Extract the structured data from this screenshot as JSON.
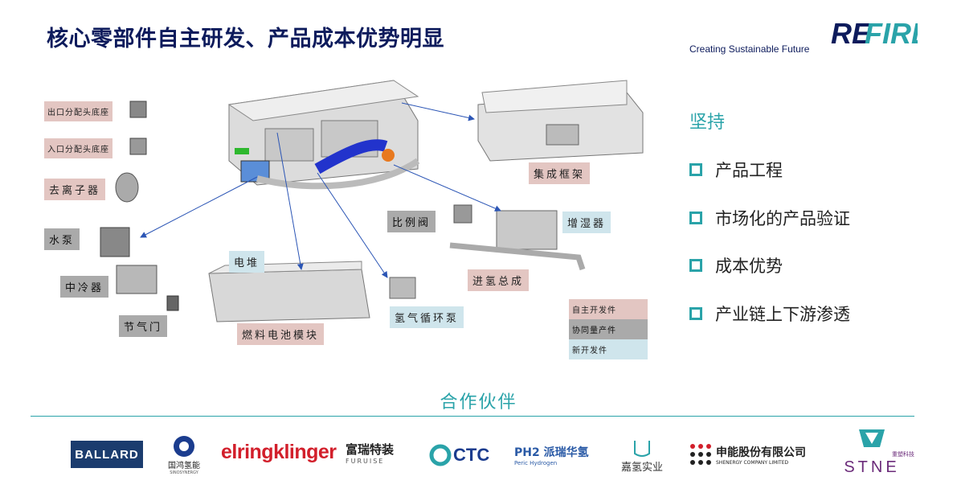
{
  "title": "核心零部件自主研发、产品成本优势明显",
  "tagline": "Creating Sustainable Future",
  "logo_text": "RE-FIRE",
  "components": {
    "outlet_dist": "出口分配头底座",
    "inlet_dist": "入口分配头底座",
    "deionizer": "去离子器",
    "water_pump": "水泵",
    "intercooler": "中冷器",
    "throttle": "节气门",
    "stack": "电堆",
    "fuel_cell_module": "燃料电池模块",
    "h2_recirc_pump": "氢气循环泵",
    "ratio_valve": "比例阀",
    "humidifier": "增湿器",
    "h2_inlet_assembly": "进氢总成",
    "frame": "集成框架"
  },
  "legend": {
    "self_developed": "自主开发件",
    "co_mass_produced": "协同量产件",
    "new_developed": "新开发件"
  },
  "colors": {
    "pink": "#e3c6c2",
    "blue": "#cfe5ec",
    "grey": "#aaaaaa",
    "accent": "#2aa3a9",
    "arrow": "#2b55b5"
  },
  "right_panel": {
    "heading": "坚持",
    "bullets": [
      "产品工程",
      "市场化的产品验证",
      "成本优势",
      "产业链上下游渗透"
    ]
  },
  "partners": {
    "title": "合作伙伴",
    "ballard": "BALLARD",
    "sinosynergy": "国鸿氢能",
    "sinosynergy_en": "SINOSYNERGY",
    "elringklinger": "elringklinger",
    "furuise": "富瑞特装",
    "furuise_en": "FURUISE",
    "ctc": "CTC",
    "peric": "PH2 派瑞华氢",
    "peric_en": "Peric Hydrogen",
    "jiaqing": "嘉氢实业",
    "shenergy": "申能股份有限公司",
    "shenergy_en": "SHENERGY COMPANY LIMITED",
    "stne": "STNE",
    "stne_cn": "重塑科技"
  }
}
